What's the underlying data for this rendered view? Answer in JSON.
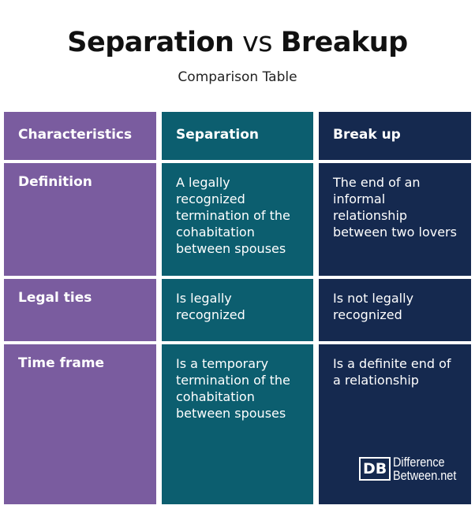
{
  "title": {
    "left": "Separation",
    "vs": "vs",
    "right": "Breakup"
  },
  "subtitle": "Comparison Table",
  "colors": {
    "characteristics": "#7a5c9f",
    "separation": "#0c5e6f",
    "breakup": "#15294f"
  },
  "headers": [
    "Characteristics",
    "Separation",
    "Break up"
  ],
  "rows": [
    {
      "label": "Definition",
      "separation": "A legally recognized termination of the cohabitation between spouses",
      "breakup": "The end of an informal relationship between two lovers"
    },
    {
      "label": "Legal ties",
      "separation": "Is legally recognized",
      "breakup": "Is not legally recognized"
    },
    {
      "label": "Time frame",
      "separation": "Is a temporary termination of the cohabitation between spouses",
      "breakup": "Is a definite end of a relationship"
    }
  ],
  "logo": {
    "mark": "DB",
    "line1": "Difference",
    "line2": "Between.net"
  }
}
